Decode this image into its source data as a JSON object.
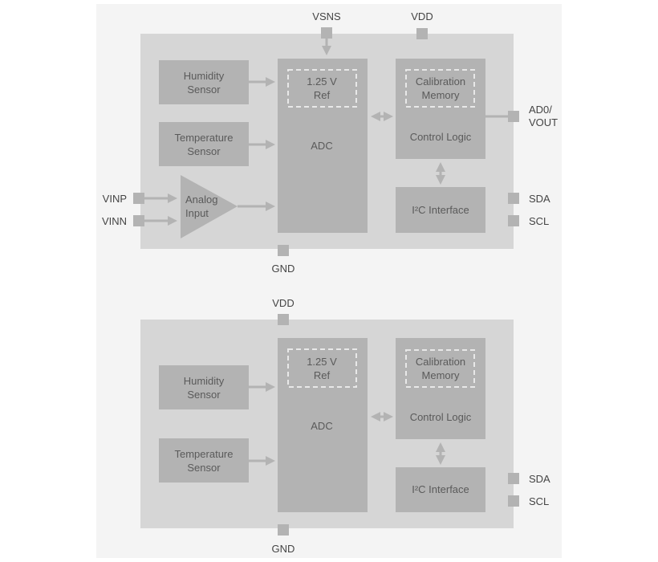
{
  "colors": {
    "panel": "#f4f4f4",
    "chip": "#d6d6d6",
    "block": "#b3b3b3",
    "arrow": "#b3b3b3",
    "dashed": "#e8e8e8",
    "text": "#555555"
  },
  "top": {
    "pins": {
      "vsns": "VSNS",
      "vdd": "VDD",
      "ad0": "AD0/",
      "vout": "VOUT",
      "sda": "SDA",
      "scl": "SCL",
      "vinp": "VINP",
      "vinn": "VINN",
      "gnd": "GND"
    },
    "humidity": [
      "Humidity",
      "Sensor"
    ],
    "temperature": [
      "Temperature",
      "Sensor"
    ],
    "analog": [
      "Analog",
      "Input"
    ],
    "ref": [
      "1.25 V",
      "Ref"
    ],
    "adc": "ADC",
    "calibration": [
      "Calibration",
      "Memory"
    ],
    "control": "Control Logic",
    "i2c": "I²C Interface"
  },
  "bottom": {
    "pins": {
      "vdd": "VDD",
      "sda": "SDA",
      "scl": "SCL",
      "gnd": "GND"
    },
    "humidity": [
      "Humidity",
      "Sensor"
    ],
    "temperature": [
      "Temperature",
      "Sensor"
    ],
    "ref": [
      "1.25 V",
      "Ref"
    ],
    "adc": "ADC",
    "calibration": [
      "Calibration",
      "Memory"
    ],
    "control": "Control Logic",
    "i2c": "I²C Interface"
  }
}
